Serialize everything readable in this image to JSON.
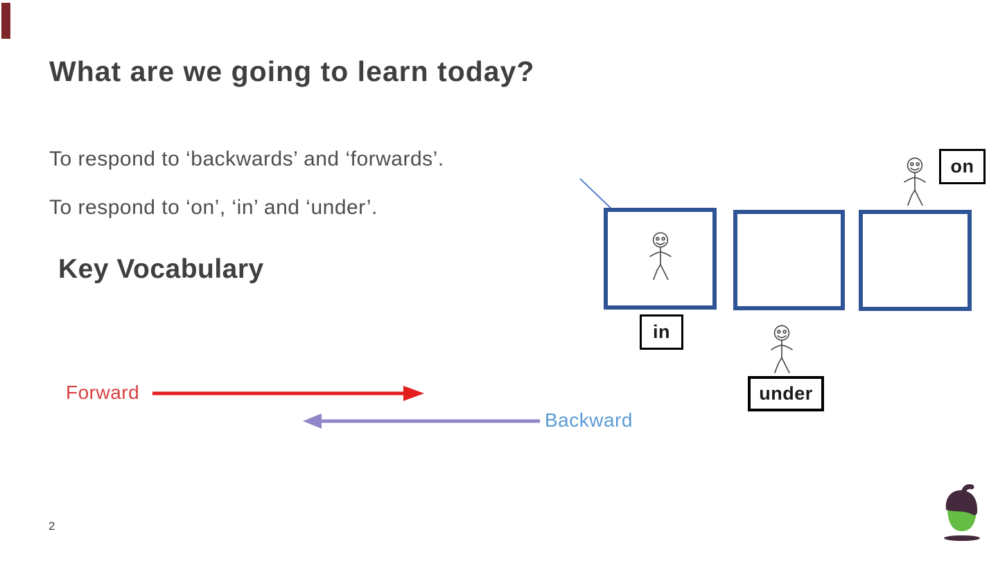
{
  "slide": {
    "title": "What are we going to learn today?",
    "objective_1": "To respond to ‘backwards’ and ‘forwards’.",
    "objective_2": "To respond to ‘on’, ‘in’ and ‘under’.",
    "key_vocabulary_heading": "Key Vocabulary",
    "page_number": "2"
  },
  "key_vocabulary": {
    "forward_label": "Forward",
    "backward_label": "Backward"
  },
  "position_diagram": {
    "on_label": "on",
    "in_label": "in",
    "under_label": "under"
  },
  "colors": {
    "accent_bar": "#7d2528",
    "title_text": "#3f3f3f",
    "body_text": "#4d4d4d",
    "forward_red": "#d94040",
    "arrow_red": "#e21d1d",
    "backward_blue": "#5b9bd5",
    "arrow_purple": "#8f87c9",
    "box_border_blue": "#2e5496",
    "pointer_blue": "#4472c4",
    "label_border": "#000000",
    "figure_stroke": "#4a4a4a",
    "logo_green": "#65bd45",
    "logo_plum": "#45293d"
  }
}
